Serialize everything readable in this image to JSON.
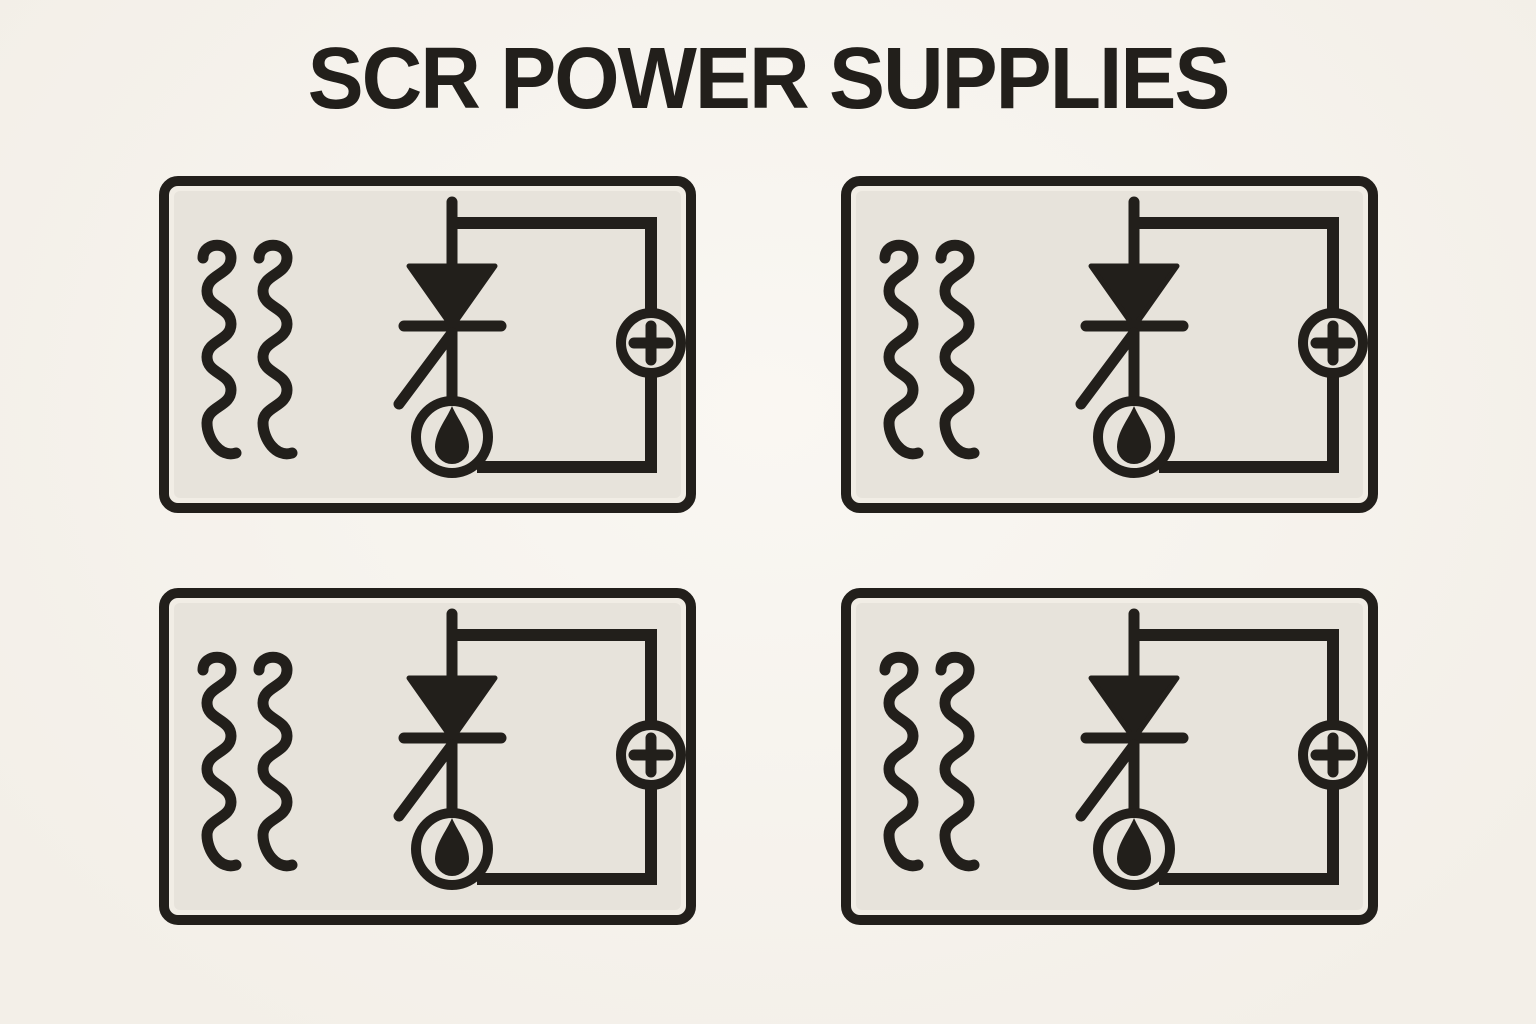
{
  "page": {
    "title": "SCR POWER SUPPLIES",
    "background_color": "#f7f3ec",
    "ink_color": "#221f1b",
    "title_color": "#1d1b17"
  },
  "panel_style": {
    "border_color": "#221f1b",
    "outer_margin_color": "#f1ede5",
    "fill_color": "#e7e3db"
  },
  "circuit_symbols": {
    "ac_input_waves": {
      "icon": "ac-wavy-line-icon",
      "count": 2
    },
    "thyristor": {
      "icon": "scr-thyristor-icon",
      "parts": [
        "anode-triangle",
        "cathode-bar",
        "gate-line"
      ]
    },
    "gate_drop_terminal": {
      "icon": "droplet-in-circle-icon"
    },
    "dc_output_terminal": {
      "icon": "plus-in-circle-icon",
      "glyph": "+"
    }
  },
  "panels": [
    {
      "name": "scr-circuit-panel-top-left",
      "grid_position": "top-left"
    },
    {
      "name": "scr-circuit-panel-top-right",
      "grid_position": "top-right"
    },
    {
      "name": "scr-circuit-panel-bottom-left",
      "grid_position": "bottom-left"
    },
    {
      "name": "scr-circuit-panel-bottom-right",
      "grid_position": "bottom-right"
    }
  ]
}
